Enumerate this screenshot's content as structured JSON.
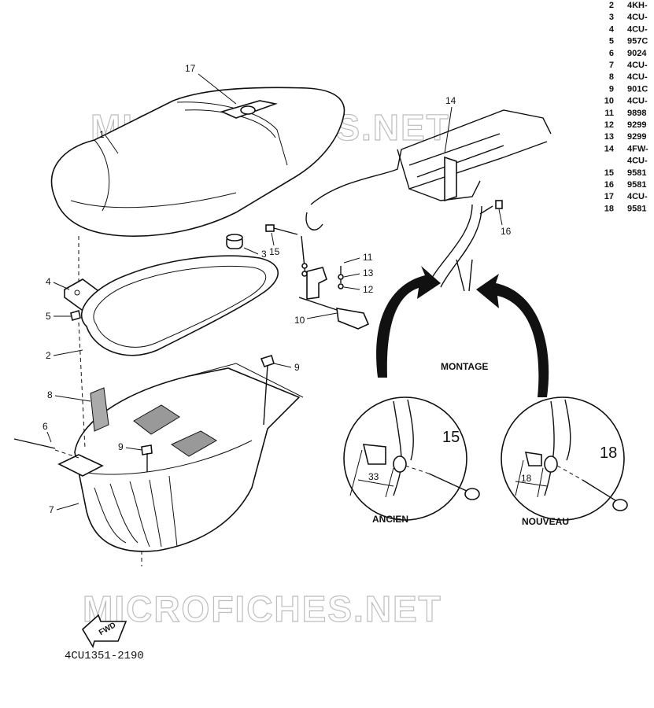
{
  "diagram_code": "4CU1351-2190",
  "watermark": "MICROFICHES.NET",
  "fwd_label": "FWD",
  "labels": {
    "montage": "MONTAGE",
    "ancien": "ANCIEN",
    "nouveau": "NOUVEAU",
    "dim_old": "33",
    "dim_new": "18",
    "detail_old_part": "15",
    "detail_new_part": "18"
  },
  "callouts": {
    "c1": "1",
    "c2": "2",
    "c3": "3",
    "c4": "4",
    "c5": "5",
    "c6": "6",
    "c7": "7",
    "c8": "8",
    "c9a": "9",
    "c9b": "9",
    "c10": "10",
    "c11": "11",
    "c12": "12",
    "c13": "13",
    "c14": "14",
    "c15": "15",
    "c16": "16",
    "c17": "17"
  },
  "parts_list": [
    {
      "num": "2",
      "code": "4KH-"
    },
    {
      "num": "3",
      "code": "4CU-"
    },
    {
      "num": "4",
      "code": "4CU-"
    },
    {
      "num": "5",
      "code": "957C"
    },
    {
      "num": "6",
      "code": "9024"
    },
    {
      "num": "7",
      "code": "4CU-"
    },
    {
      "num": "8",
      "code": "4CU-"
    },
    {
      "num": "9",
      "code": "901C"
    },
    {
      "num": "10",
      "code": "4CU-"
    },
    {
      "num": "11",
      "code": "9898"
    },
    {
      "num": "12",
      "code": "9299"
    },
    {
      "num": "13",
      "code": "9299"
    },
    {
      "num": "14",
      "code": "4FW-"
    },
    {
      "num": "",
      "code": "4CU-"
    },
    {
      "num": "15",
      "code": "9581"
    },
    {
      "num": "16",
      "code": "9581"
    },
    {
      "num": "17",
      "code": "4CU-"
    },
    {
      "num": "18",
      "code": "9581"
    }
  ]
}
